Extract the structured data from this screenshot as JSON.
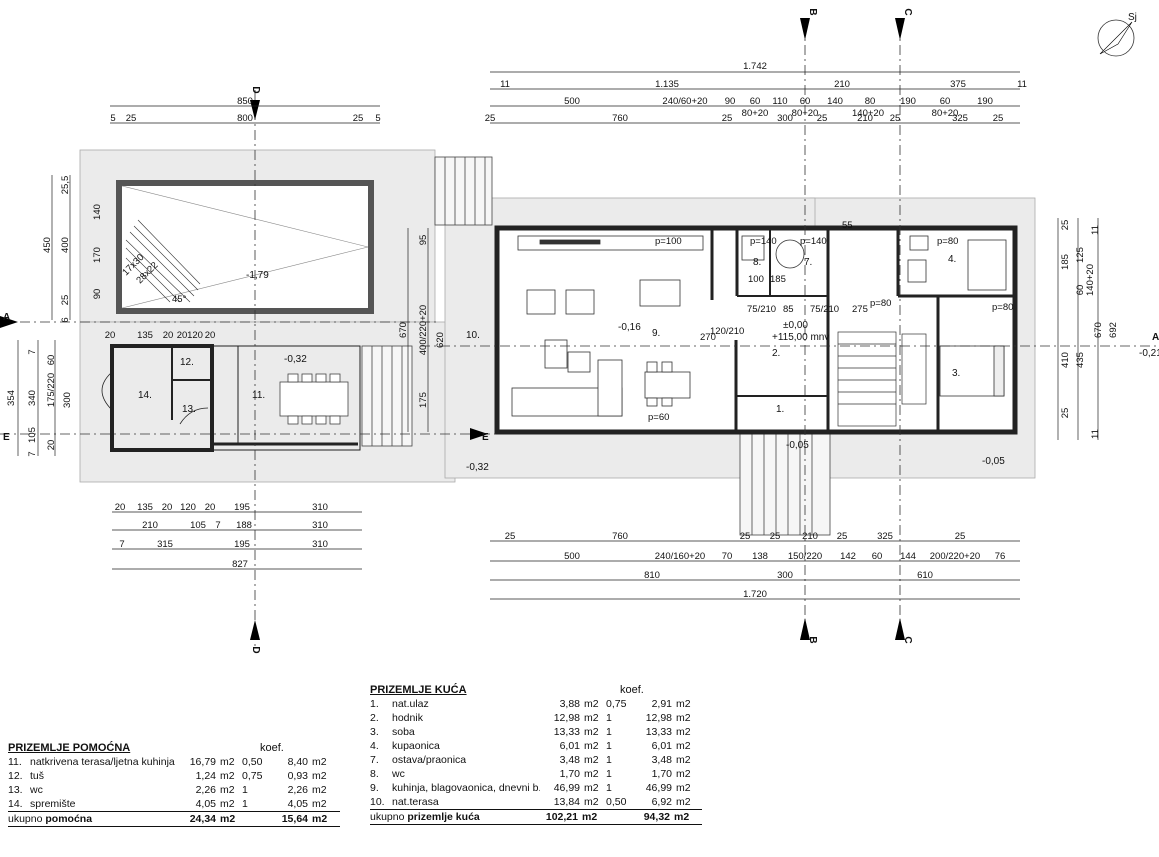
{
  "north": {
    "label": "Sj"
  },
  "sections": {
    "a": "A",
    "b": "B",
    "c": "C",
    "d": "D",
    "e": "E"
  },
  "dims": {
    "top_total": "1.742",
    "top_row1": [
      "11",
      "1.135",
      "210",
      "375",
      "11"
    ],
    "top_row2": [
      "500",
      "240/60+20",
      "90",
      "60",
      "110",
      "60",
      "140",
      "80",
      "190",
      "60",
      "190"
    ],
    "top_row2_sub": [
      "80+20",
      "80+20",
      "140+20",
      "80+20"
    ],
    "top_row3": [
      "25",
      "760",
      "25",
      "300",
      "25",
      "210",
      "25",
      "325",
      "25"
    ],
    "left_total": "850",
    "left_row": [
      "5",
      "25",
      "800",
      "25",
      "5"
    ],
    "pool_vert": [
      "25,5",
      "140",
      "450",
      "400",
      "170",
      "90",
      "25",
      "6"
    ],
    "annex_vert": [
      "354",
      "7",
      "60",
      "175/220",
      "340",
      "300",
      "105",
      "20",
      "7"
    ],
    "annex_top": [
      "20",
      "135",
      "20",
      "20",
      "120",
      "20"
    ],
    "mid_vert": [
      "95",
      "670",
      "400/220+20",
      "620",
      "175"
    ],
    "right_vert": [
      "25",
      "185",
      "125",
      "60",
      "140+20",
      "410",
      "435",
      "670",
      "692",
      "25",
      "11",
      "11"
    ],
    "bottom_left_rows": [
      [
        "20",
        "135",
        "20",
        "120",
        "20",
        "195",
        "310"
      ],
      [
        "210",
        "105",
        "7",
        "188",
        "310"
      ],
      [
        "7",
        "315",
        "195",
        "310"
      ]
    ],
    "bottom_left_total": "827",
    "bottom_row1": [
      "25",
      "760",
      "25",
      "25",
      "210",
      "25",
      "325",
      "25"
    ],
    "bottom_row2": [
      "500",
      "240/160+20",
      "70",
      "138",
      "150/220",
      "142",
      "60",
      "144",
      "200/220+20",
      "76"
    ],
    "bottom_row3": [
      "810",
      "300",
      "610"
    ],
    "bottom_total": "1.720"
  },
  "levels": {
    "pool": "-1,79",
    "terrace_top": "-0,32",
    "terrace_bottom": "-0,32",
    "living": "-0,16",
    "entrance": "-0,05",
    "right_ground": "-0,05",
    "far_right": "-0,21",
    "zero": "±0,00",
    "mnv": "+115,00 mnv"
  },
  "rooms": {
    "r1": "1.",
    "r2": "2.",
    "r3": "3.",
    "r4": "4.",
    "r7": "7.",
    "r8": "8.",
    "r9": "9.",
    "r10": "10.",
    "r11": "11.",
    "r12": "12.",
    "r13": "13.",
    "r14": "14."
  },
  "openings": [
    "75/210",
    "85",
    "75/210",
    "275",
    "p=80",
    "p=80",
    "p=60",
    "p=80",
    "p=100",
    "p=140",
    "p=140",
    "100",
    "185",
    "120/210",
    "270",
    "55"
  ],
  "pool_notes": [
    "45°",
    "17x30",
    "28x22"
  ],
  "table_house": {
    "title": "PRIZEMLJE KUĆA",
    "coef_header": "koef.",
    "rows": [
      {
        "no": "1.",
        "name": "nat.ulaz",
        "area": "3,88",
        "unit": "m2",
        "coef": "0,75",
        "net": "2,91",
        "unit2": "m2"
      },
      {
        "no": "2.",
        "name": "hodnik",
        "area": "12,98",
        "unit": "m2",
        "coef": "1",
        "net": "12,98",
        "unit2": "m2"
      },
      {
        "no": "3.",
        "name": "soba",
        "area": "13,33",
        "unit": "m2",
        "coef": "1",
        "net": "13,33",
        "unit2": "m2"
      },
      {
        "no": "4.",
        "name": "kupaonica",
        "area": "6,01",
        "unit": "m2",
        "coef": "1",
        "net": "6,01",
        "unit2": "m2"
      },
      {
        "no": "7.",
        "name": "ostava/praonica",
        "area": "3,48",
        "unit": "m2",
        "coef": "1",
        "net": "3,48",
        "unit2": "m2"
      },
      {
        "no": "8.",
        "name": "wc",
        "area": "1,70",
        "unit": "m2",
        "coef": "1",
        "net": "1,70",
        "unit2": "m2"
      },
      {
        "no": "9.",
        "name": "kuhinja, blagovaonica, dnevni b.",
        "area": "46,99",
        "unit": "m2",
        "coef": "1",
        "net": "46,99",
        "unit2": "m2"
      },
      {
        "no": "10.",
        "name": "nat.terasa",
        "area": "13,84",
        "unit": "m2",
        "coef": "0,50",
        "net": "6,92",
        "unit2": "m2"
      }
    ],
    "total": {
      "prefix": "ukupno",
      "label": "prizemlje kuća",
      "area": "102,21",
      "unit": "m2",
      "net": "94,32",
      "unit2": "m2"
    }
  },
  "table_annex": {
    "title": "PRIZEMLJE POMOĆNA",
    "coef_header": "koef.",
    "rows": [
      {
        "no": "11.",
        "name": "natkrivena terasa/ljetna kuhinja",
        "area": "16,79",
        "unit": "m2",
        "coef": "0,50",
        "net": "8,40",
        "unit2": "m2"
      },
      {
        "no": "12.",
        "name": "tuš",
        "area": "1,24",
        "unit": "m2",
        "coef": "0,75",
        "net": "0,93",
        "unit2": "m2"
      },
      {
        "no": "13.",
        "name": "wc",
        "area": "2,26",
        "unit": "m2",
        "coef": "1",
        "net": "2,26",
        "unit2": "m2"
      },
      {
        "no": "14.",
        "name": "spremište",
        "area": "4,05",
        "unit": "m2",
        "coef": "1",
        "net": "4,05",
        "unit2": "m2"
      }
    ],
    "total": {
      "prefix": "ukupno",
      "label": "pomoćna",
      "area": "24,34",
      "unit": "m2",
      "net": "15,64",
      "unit2": "m2"
    }
  }
}
